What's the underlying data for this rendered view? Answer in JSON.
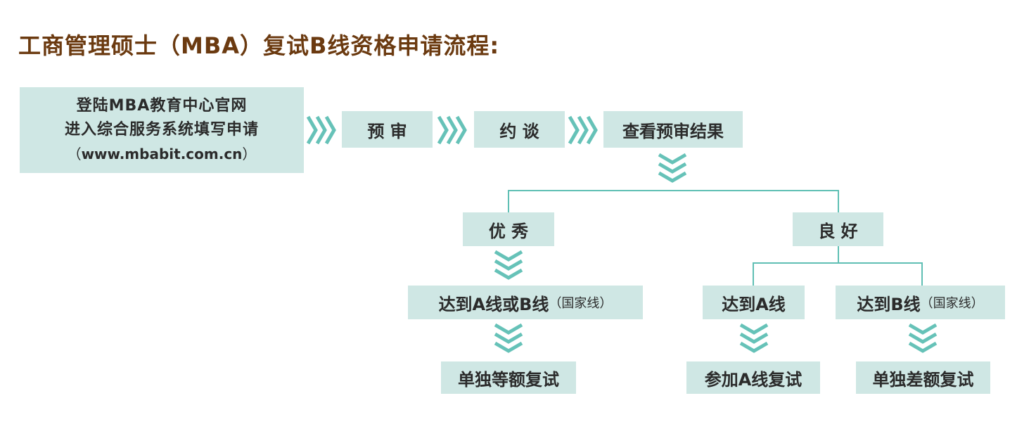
{
  "title": "工商管理硕士（MBA）复试B线资格申请流程:",
  "start": {
    "line1": "登陆MBA教育中心官网",
    "line2": "进入综合服务系统填写申请",
    "url_open": "（",
    "url": "www.mbabit.com.cn",
    "url_close": "）"
  },
  "steps": {
    "prereview": "预 审",
    "interview": "约 谈",
    "result": "查看预审结果"
  },
  "branches": {
    "excellent": "优 秀",
    "good": "良 好"
  },
  "conditions": {
    "excellent_line_main": "达到A线或B线",
    "excellent_line_note": "（国家线）",
    "good_a_line": "达到A线",
    "good_b_line_main": "达到B线",
    "good_b_line_note": "（国家线）"
  },
  "outcomes": {
    "equal_retest": "单独等额复试",
    "a_line_retest": "参加A线复试",
    "diff_retest": "单独差额复试"
  },
  "colors": {
    "box_fill": "#cfe7e4",
    "connector": "#5fbfb4",
    "arrow": "#66c2b8",
    "title": "#6b3a10"
  }
}
